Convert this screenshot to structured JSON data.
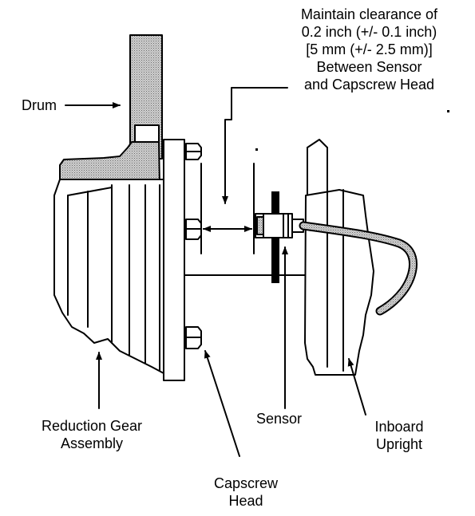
{
  "labels": {
    "drum": "Drum",
    "clearance_lines": [
      "Maintain clearance of",
      "0.2 inch (+/- 0.1 inch)",
      "[5 mm (+/- 2.5 mm)]",
      "Between Sensor",
      "and Capscrew Head"
    ],
    "reduction_gear_lines": [
      "Reduction  Gear",
      "Assembly"
    ],
    "sensor": "Sensor",
    "inboard_upright_lines": [
      "Inboard",
      "Upright"
    ],
    "capscrew_head_lines": [
      "Capscrew",
      "Head"
    ]
  },
  "colors": {
    "ink": "#000000",
    "hatch": "#9a9a9a",
    "paper": "#ffffff"
  }
}
